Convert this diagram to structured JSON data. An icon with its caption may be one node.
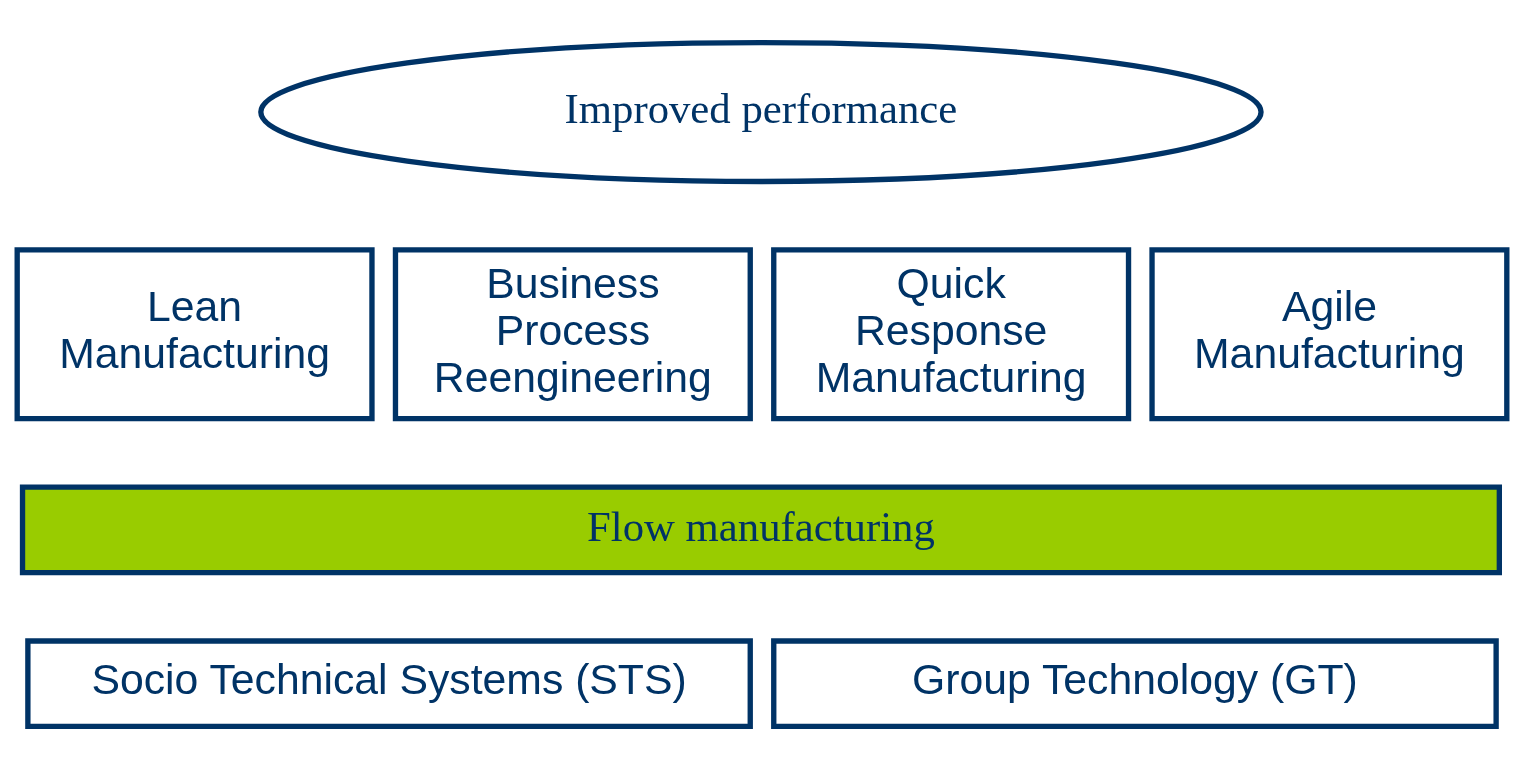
{
  "diagram": {
    "nodes": [
      {
        "text": [
          "Improved performance"
        ]
      },
      {
        "text": [
          "Lean Manufacturing"
        ]
      },
      {
        "text": [
          "Business Process Reengineering"
        ]
      },
      {
        "text": [
          "Quick Response Manufacturing"
        ]
      },
      {
        "text": [
          "Agile Manufacturing"
        ]
      },
      {
        "text": [
          "Flow manufacturing"
        ]
      },
      {
        "text": [
          "Socio Technical Systems (STS)"
        ]
      },
      {
        "text": [
          "Group Technology (GT)"
        ]
      }
    ]
  }
}
